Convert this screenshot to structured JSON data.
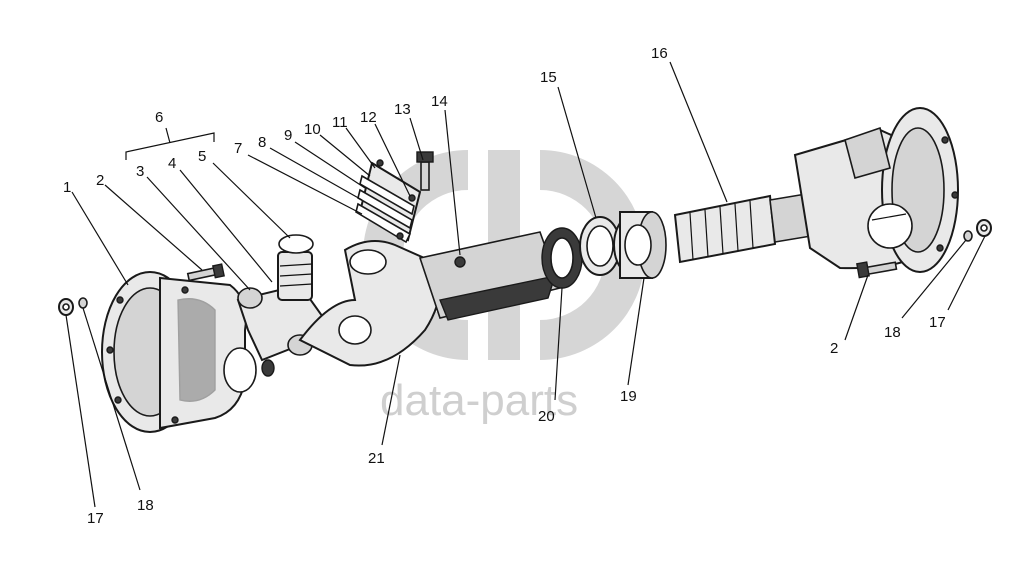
{
  "watermark": {
    "text": "data-parts"
  },
  "labels": {
    "l1": "1",
    "l2a": "2",
    "l3": "3",
    "l4": "4",
    "l5": "5",
    "l6": "6",
    "l7": "7",
    "l8": "8",
    "l9": "9",
    "l10": "10",
    "l11": "11",
    "l12": "12",
    "l13": "13",
    "l14": "14",
    "l15": "15",
    "l16": "16",
    "l17a": "17",
    "l18a": "18",
    "l19": "19",
    "l20": "20",
    "l21": "21",
    "l2b": "2",
    "l18b": "18",
    "l17b": "17"
  }
}
